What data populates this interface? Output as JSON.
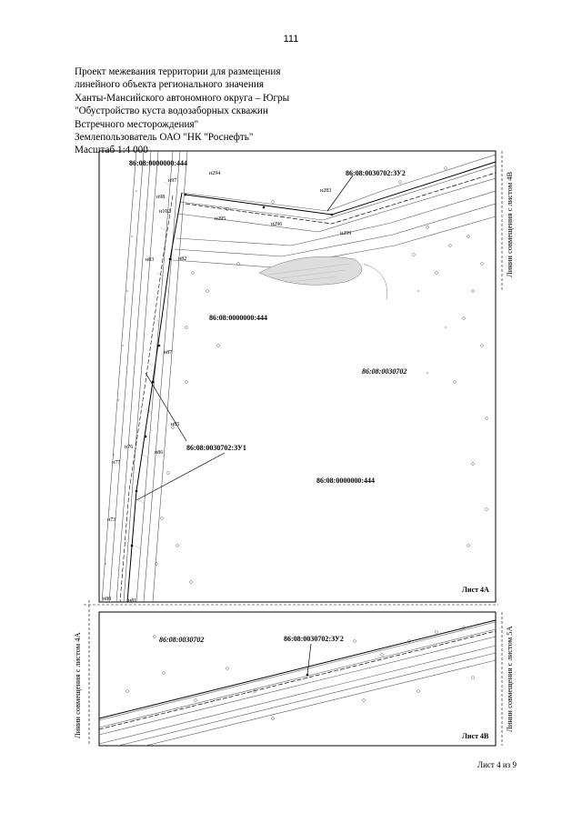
{
  "page_number": "111",
  "header": {
    "lines": [
      "Проект межевания территории для размещения",
      "линейного объекта регионального значения",
      "Ханты-Мансийского автономного округа – Югры",
      "\"Обустройство куста водозаборных скважин",
      "Встречного месторождения\"",
      "Землепользователь ОАО \"НК \"Роснефть\"",
      "Масштаб 1:4 000"
    ]
  },
  "sheet_4a": {
    "label": "Лист 4А",
    "side_label": "Линии совмещения с листом 4В",
    "parcels": {
      "top_left": "86:08:0000000:444",
      "zu2": "86:08:0030702:ЗУ2",
      "middle": "86:08:0000000:444",
      "main": "86:08:0030702",
      "zu1": "86:08:0030702:ЗУ1",
      "bottom": "86:08:0000000:444"
    },
    "points": {
      "n97": "н97",
      "n294": "н294",
      "n98": "н98",
      "n102": "н102",
      "n295": "н295",
      "n283": "н283",
      "n296": "н296",
      "n299": "н299",
      "n83": "н83",
      "n82": "н82",
      "n87": "н87",
      "n85": "н85",
      "n76": "н76",
      "n86": "н86",
      "n77": "н77",
      "n73": "н73",
      "n80": "н80",
      "n81": "н81"
    }
  },
  "sheet_4b": {
    "label": "Лист 4В",
    "left_label": "Линии совмещения с листом 4А",
    "right_label": "Линии совмещения с листом 5А",
    "parcels": {
      "main": "86:08:0030702",
      "zu2": "86:08:0030702:ЗУ2"
    }
  },
  "footer": "Лист 4 из 9"
}
